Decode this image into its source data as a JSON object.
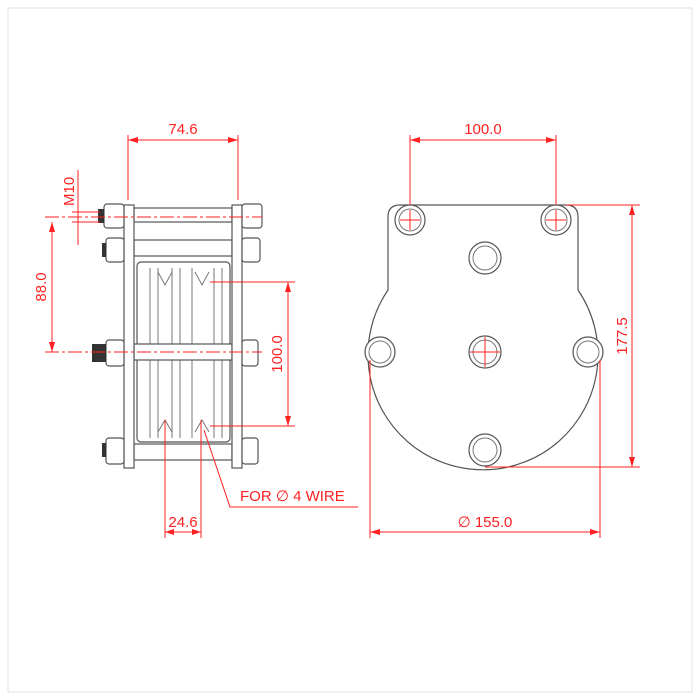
{
  "drawing": {
    "side_view": {
      "width_dim": "74.6",
      "bolt_size": "M10",
      "bolt_spacing_dim": "88.0",
      "sheave_height_dim": "100.0",
      "groove_pitch_dim": "24.6",
      "wire_note": "FOR ∅ 4 WIRE"
    },
    "front_view": {
      "hole_spacing_dim": "100.0",
      "height_dim": "177.5",
      "diameter_dim": "∅ 155.0"
    },
    "colors": {
      "dimension": "#ff2020",
      "outline": "#555555"
    }
  }
}
